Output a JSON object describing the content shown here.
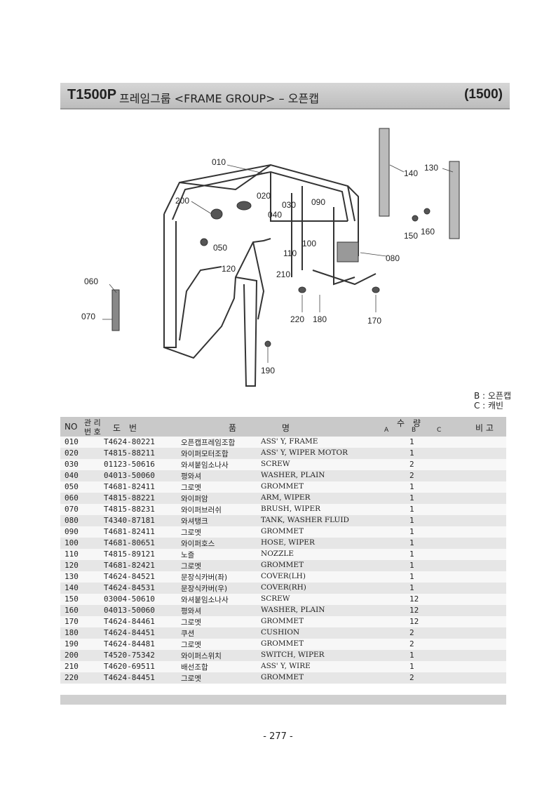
{
  "header": {
    "model": "T1500P",
    "title": "프레임그룹 <FRAME GROUP> – 오픈캡",
    "code": "(1500)"
  },
  "diagram": {
    "callouts": [
      "010",
      "020",
      "030",
      "040",
      "050",
      "060",
      "070",
      "080",
      "090",
      "100",
      "110",
      "120",
      "130",
      "140",
      "150",
      "160",
      "170",
      "180",
      "190",
      "200",
      "210",
      "220"
    ]
  },
  "legend": {
    "b": "B : 오픈캡",
    "c": "C : 캐빈"
  },
  "columns": {
    "no": "NO",
    "mgmt_top": "관 리",
    "mgmt_bottom": "번 호",
    "part_no": "도　번",
    "name_a": "품",
    "name_b": "명",
    "qty": "수　량",
    "a": "A",
    "b": "B",
    "c": "C",
    "remarks": "비 고"
  },
  "rows": [
    {
      "no": "010",
      "part": "T4624-80221",
      "kr": "오픈캡프레임조합",
      "en": "ASS' Y, FRAME",
      "qty": "1"
    },
    {
      "no": "020",
      "part": "T4815-88211",
      "kr": "와이퍼모터조합",
      "en": "ASS' Y, WIPER MOTOR",
      "qty": "1"
    },
    {
      "no": "030",
      "part": "01123-50616",
      "kr": "와셔붙임소나사",
      "en": "SCREW",
      "qty": "2"
    },
    {
      "no": "040",
      "part": "04013-50060",
      "kr": "평와셔",
      "en": "WASHER, PLAIN",
      "qty": "2"
    },
    {
      "no": "050",
      "part": "T4681-82411",
      "kr": "그로멧",
      "en": "GROMMET",
      "qty": "1"
    },
    {
      "no": "060",
      "part": "T4815-88221",
      "kr": "와이퍼암",
      "en": "ARM, WIPER",
      "qty": "1"
    },
    {
      "no": "070",
      "part": "T4815-88231",
      "kr": "와이퍼브러쉬",
      "en": "BRUSH, WIPER",
      "qty": "1"
    },
    {
      "no": "080",
      "part": "T4340-87181",
      "kr": "와셔탱크",
      "en": "TANK, WASHER FLUID",
      "qty": "1"
    },
    {
      "no": "090",
      "part": "T4681-82411",
      "kr": "그로멧",
      "en": "GROMMET",
      "qty": "1"
    },
    {
      "no": "100",
      "part": "T4681-80651",
      "kr": "와이퍼호스",
      "en": "HOSE, WIPER",
      "qty": "1"
    },
    {
      "no": "110",
      "part": "T4815-89121",
      "kr": "노즐",
      "en": "NOZZLE",
      "qty": "1"
    },
    {
      "no": "120",
      "part": "T4681-82421",
      "kr": "그로멧",
      "en": "GROMMET",
      "qty": "1"
    },
    {
      "no": "130",
      "part": "T4624-84521",
      "kr": "문장식카버(좌)",
      "en": "COVER(LH)",
      "qty": "1"
    },
    {
      "no": "140",
      "part": "T4624-84531",
      "kr": "문장식카버(우)",
      "en": "COVER(RH)",
      "qty": "1"
    },
    {
      "no": "150",
      "part": "03004-50610",
      "kr": "와셔붙임소나사",
      "en": "SCREW",
      "qty": "12"
    },
    {
      "no": "160",
      "part": "04013-50060",
      "kr": "평와셔",
      "en": "WASHER, PLAIN",
      "qty": "12"
    },
    {
      "no": "170",
      "part": "T4624-84461",
      "kr": "그로멧",
      "en": "GROMMET",
      "qty": "12"
    },
    {
      "no": "180",
      "part": "T4624-84451",
      "kr": "쿠션",
      "en": "CUSHION",
      "qty": "2"
    },
    {
      "no": "190",
      "part": "T4624-84481",
      "kr": "그로멧",
      "en": "GROMMET",
      "qty": "2"
    },
    {
      "no": "200",
      "part": "T4520-75342",
      "kr": "와이퍼스위치",
      "en": "SWITCH, WIPER",
      "qty": "1"
    },
    {
      "no": "210",
      "part": "T4620-69511",
      "kr": "배선조합",
      "en": "ASS' Y, WIRE",
      "qty": "1"
    },
    {
      "no": "220",
      "part": "T4624-84451",
      "kr": "그로멧",
      "en": "GROMMET",
      "qty": "2"
    }
  ],
  "page_number": "- 277 -"
}
